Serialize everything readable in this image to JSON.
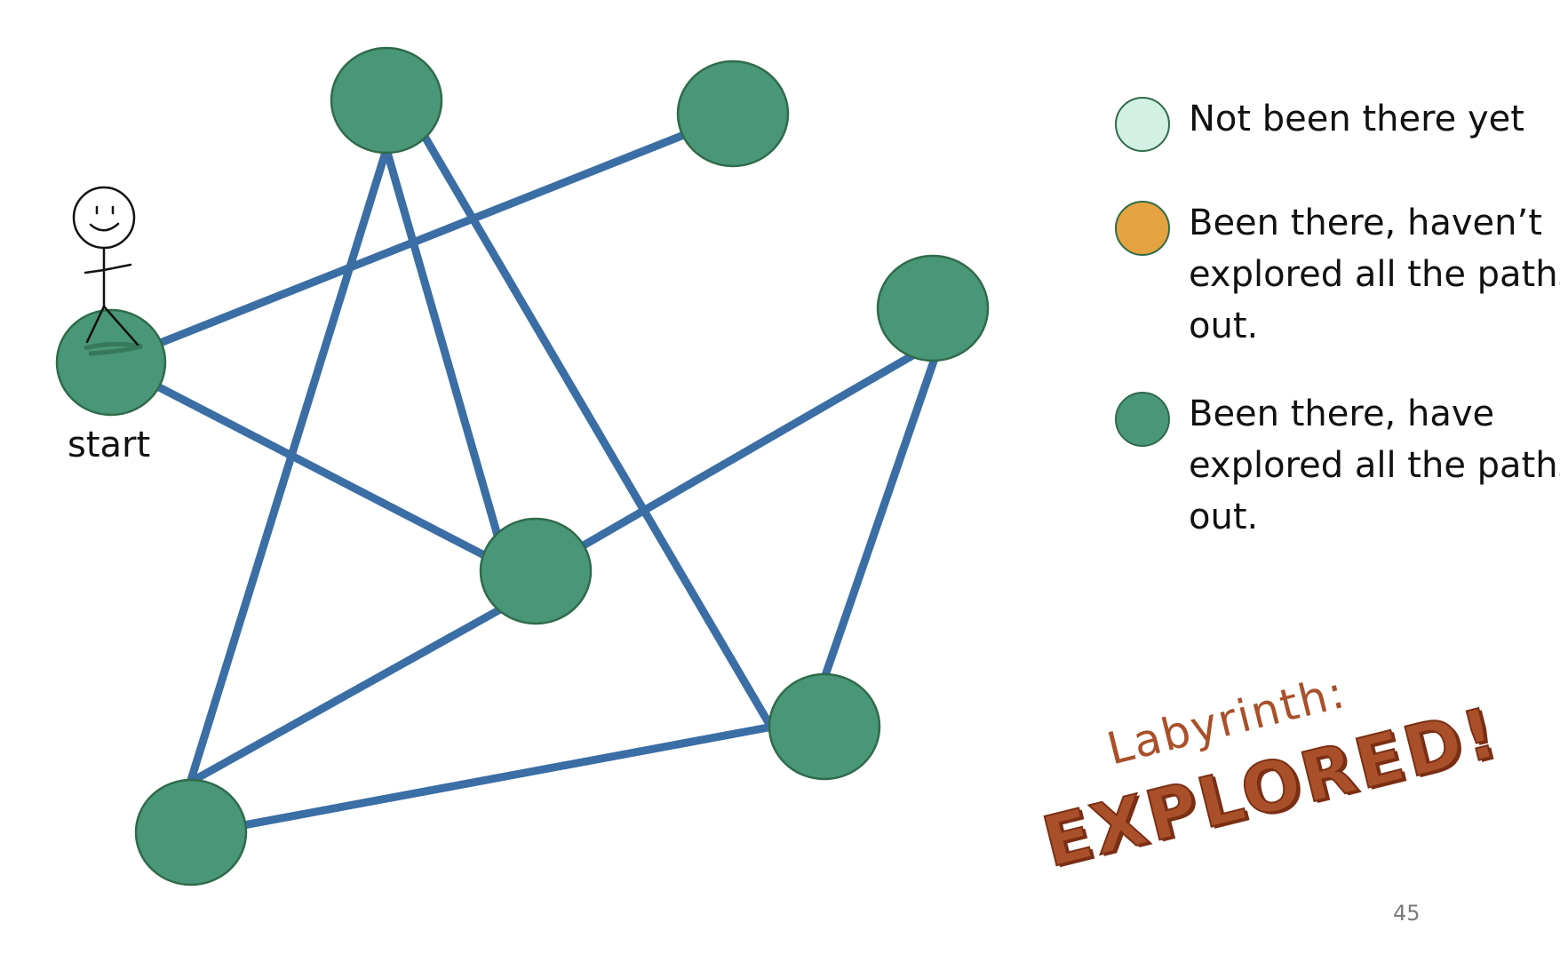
{
  "graph": {
    "start_label": "start",
    "node_color": "#4a9679",
    "node_stroke": "#2f6b4a",
    "edge_color": "#3a6ea5"
  },
  "legend": {
    "items": [
      {
        "label": "Not been there yet",
        "color": "#d2f0e4"
      },
      {
        "label": "Been there, haven’t explored all the paths out.",
        "color": "#e5a240"
      },
      {
        "label": "Been there, have explored all the paths out.",
        "color": "#4a9679"
      }
    ]
  },
  "slogan": {
    "line1": "Labyrinth:",
    "line2": "EXPLORED!"
  },
  "page_number": "45"
}
